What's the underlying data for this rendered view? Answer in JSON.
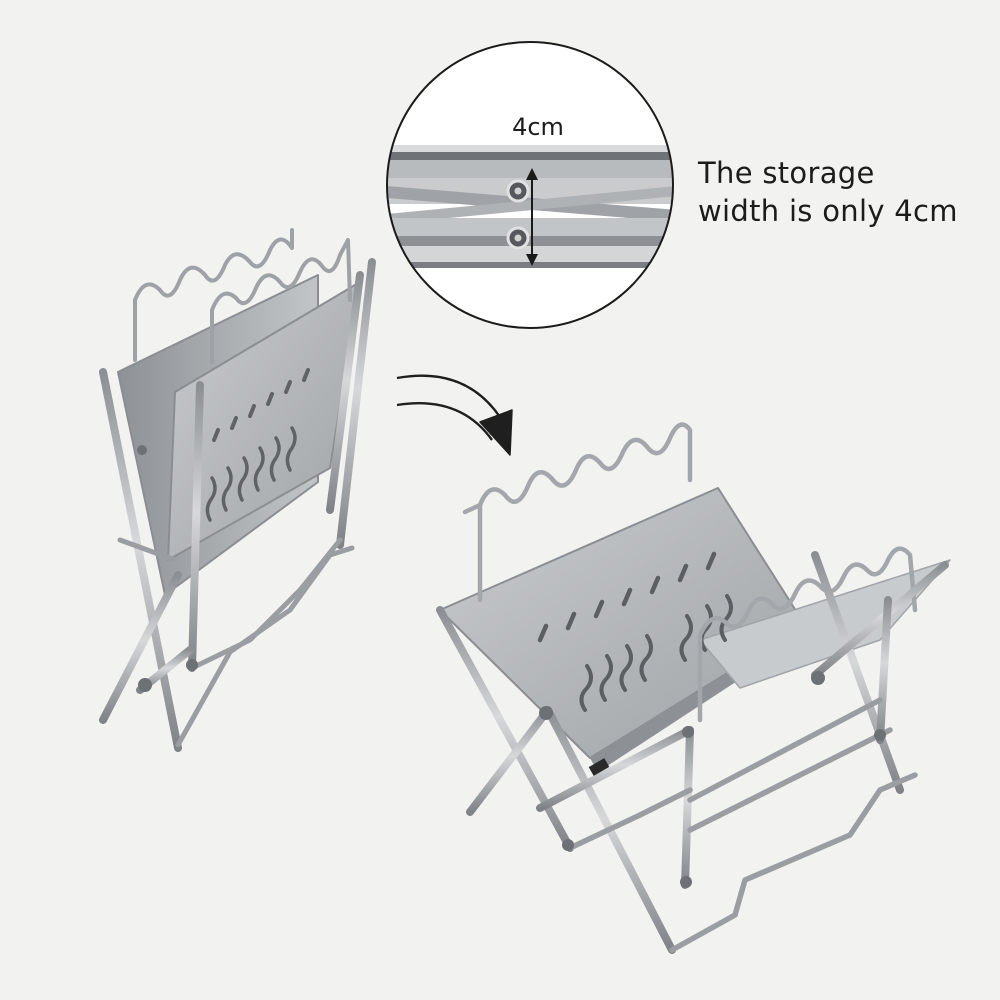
{
  "zoom_inset": {
    "dimension_label": "4cm"
  },
  "caption": {
    "line1": "The storage",
    "line2": "width is only 4cm"
  },
  "colors": {
    "background": "#f2f2f0",
    "steel": "#b9bcbf",
    "steel_dark": "#7d8185",
    "text": "#1c1c1c"
  }
}
